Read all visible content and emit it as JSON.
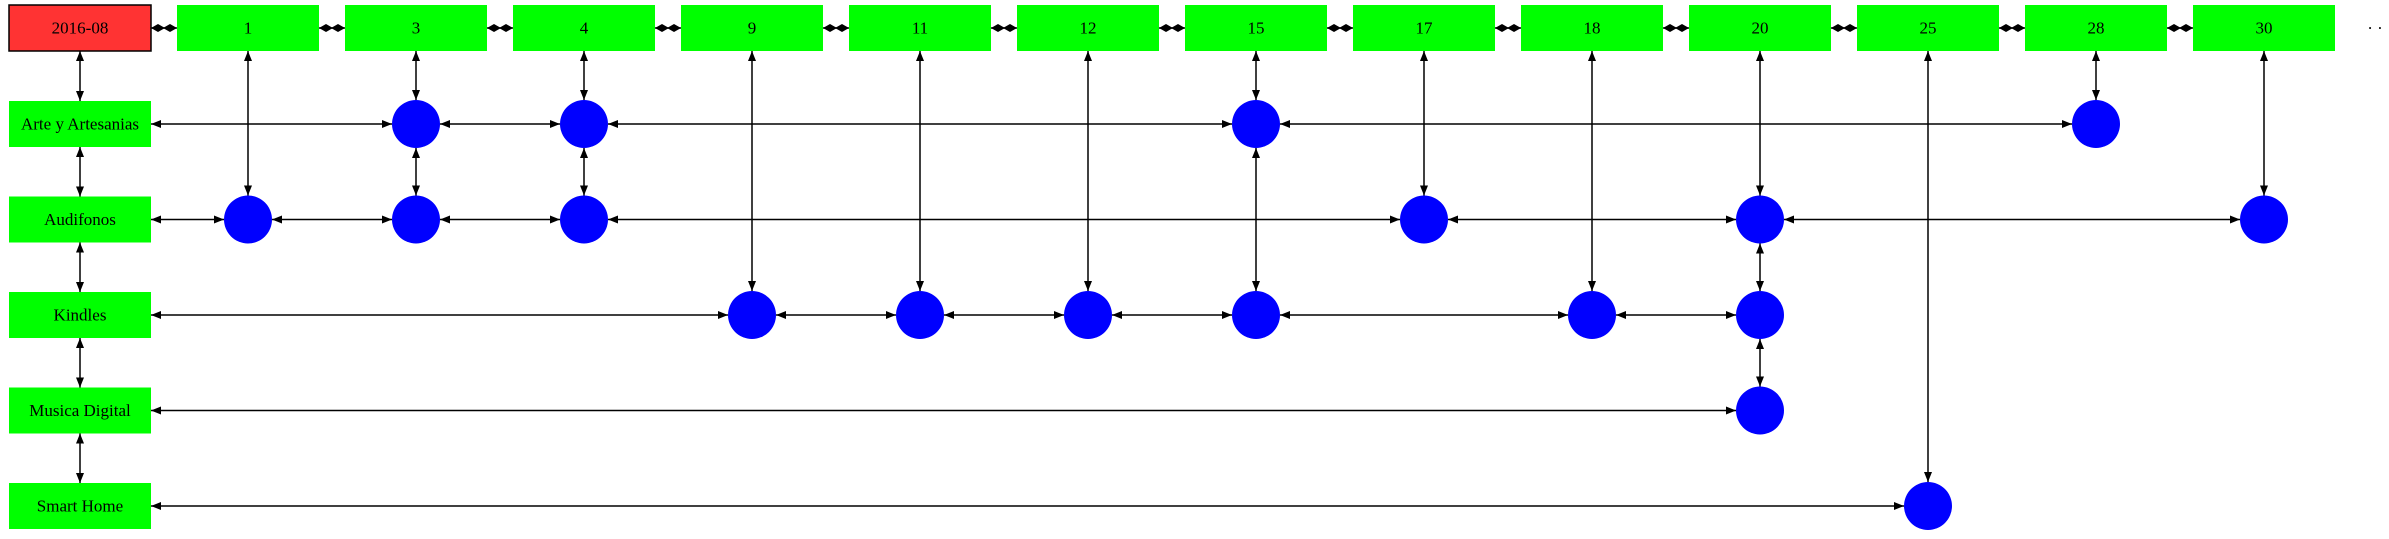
{
  "diagram": {
    "root": {
      "label": "2016-08",
      "color": "#ff3333"
    },
    "days": [
      "1",
      "3",
      "4",
      "9",
      "11",
      "12",
      "15",
      "17",
      "18",
      "20",
      "25",
      "28",
      "30"
    ],
    "trailing_mark": "· ·",
    "categories": [
      "Arte y Artesanias",
      "Audifonos",
      "Kindles",
      "Musica Digital",
      "Smart Home"
    ],
    "cells": [
      {
        "day": "3",
        "category": "Arte y Artesanias"
      },
      {
        "day": "4",
        "category": "Arte y Artesanias"
      },
      {
        "day": "15",
        "category": "Arte y Artesanias"
      },
      {
        "day": "28",
        "category": "Arte y Artesanias"
      },
      {
        "day": "1",
        "category": "Audifonos"
      },
      {
        "day": "3",
        "category": "Audifonos"
      },
      {
        "day": "4",
        "category": "Audifonos"
      },
      {
        "day": "17",
        "category": "Audifonos"
      },
      {
        "day": "20",
        "category": "Audifonos"
      },
      {
        "day": "30",
        "category": "Audifonos"
      },
      {
        "day": "9",
        "category": "Kindles"
      },
      {
        "day": "11",
        "category": "Kindles"
      },
      {
        "day": "12",
        "category": "Kindles"
      },
      {
        "day": "15",
        "category": "Kindles"
      },
      {
        "day": "18",
        "category": "Kindles"
      },
      {
        "day": "20",
        "category": "Kindles"
      },
      {
        "day": "20",
        "category": "Musica Digital"
      },
      {
        "day": "25",
        "category": "Smart Home"
      }
    ],
    "colors": {
      "header_node": "#00ff00",
      "category_node": "#00ff00",
      "cell_node": "#0000ff",
      "edge": "#000000"
    }
  }
}
